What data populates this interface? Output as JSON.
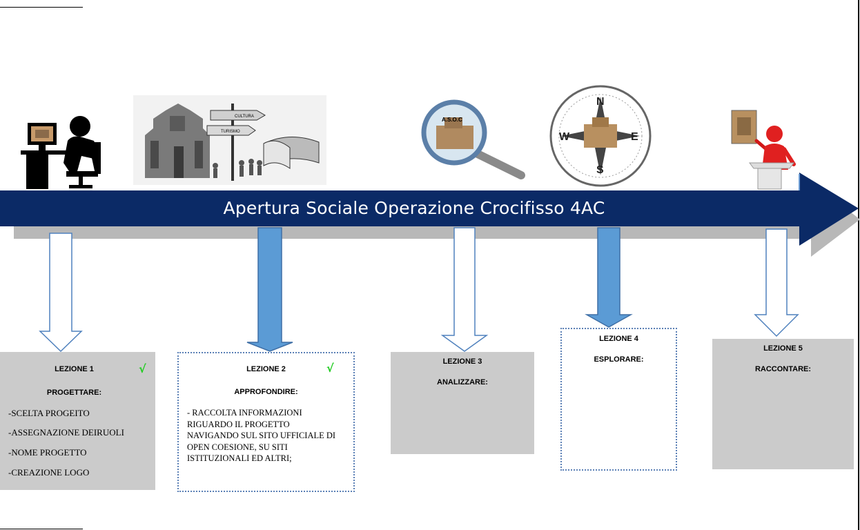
{
  "timeline": {
    "title": "Apertura Sociale Operazione Crocifisso 4AC"
  },
  "illustrations": {
    "signpost": {
      "sign1": "CULTURA",
      "sign2": "TURISMO"
    },
    "magnifier": {
      "label": "A.S.O.C"
    },
    "compass": {
      "north": "N",
      "south": "S",
      "east": "E",
      "west": "W"
    }
  },
  "lessons": [
    {
      "title": "LEZIONE 1",
      "subtitle": "PROGETTARE:",
      "done": true,
      "check": "√",
      "items": [
        "-SCELTA PROGEITO",
        "-ASSEGNAZIONE DEIRUOLI",
        "-NOME PROGETTO",
        "-CREAZIONE LOGO"
      ]
    },
    {
      "title": "LEZIONE 2",
      "subtitle": "APPROFONDIRE:",
      "done": true,
      "check": "√",
      "text": "- RACCOLTA INFORMAZIONI RIGUARDO IL PROGETTO NAVIGANDO SUL SITO UFFICIALE DI OPEN COESIONE, SU SITI ISTITUZIONALI ED ALTRI;"
    },
    {
      "title": "LEZIONE 3",
      "subtitle": "ANALIZZARE:",
      "done": false
    },
    {
      "title": "LEZIONE 4",
      "subtitle": "ESPLORARE:",
      "done": false
    },
    {
      "title": "LEZIONE 5",
      "subtitle": "RACCONTARE:",
      "done": false
    }
  ],
  "colors": {
    "timeline_bar": "#0b2a66",
    "timeline_shadow": "#b8b8b8",
    "filled_arrow": "#5b9bd5",
    "outline_arrow": "#4f81bd",
    "box_gray": "#cbcbcb",
    "check": "#22cc22",
    "person_red": "#e02020"
  }
}
